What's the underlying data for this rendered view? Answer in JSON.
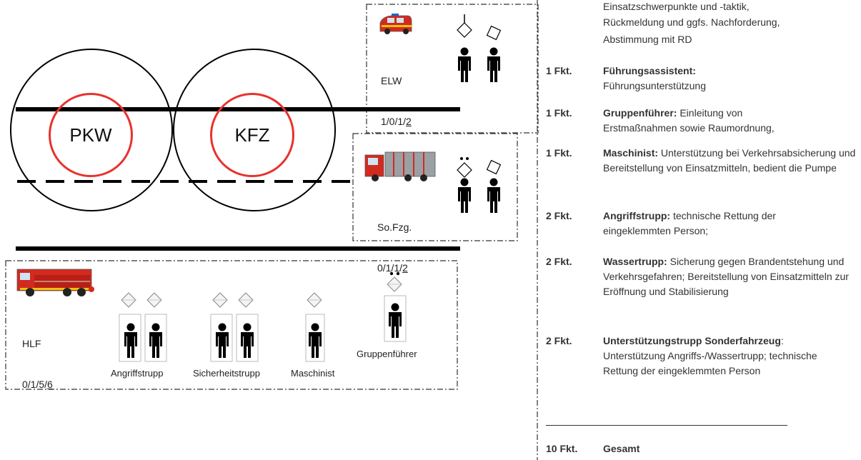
{
  "circles": {
    "pkw_label": "PKW",
    "kfz_label": "KFZ"
  },
  "elw": {
    "name": "ELW",
    "strength_prefix": "1/0/1/",
    "strength_last": "2"
  },
  "sofzg": {
    "name": "So.Fzg.",
    "strength_prefix": "0/1/1/",
    "strength_last": "2"
  },
  "hlf": {
    "name": "HLF",
    "strength_prefix": "0/1/5/",
    "strength_last": "6",
    "captions": {
      "angriffstrupp": "Angriffstrupp",
      "sicherheitstrupp": "Sicherheitstrupp",
      "maschinist": "Maschinist",
      "gruppenfuehrer": "Gruppenführer"
    }
  },
  "colors": {
    "inner_circle": "#e8322d",
    "vehicle_red": "#d32a1f",
    "person": "#000000"
  },
  "sidebar": {
    "intro_line1": "Einsatzschwerpunkte und -taktik,",
    "intro_line2": "Rückmeldung und ggfs. Nachforderung,",
    "intro_line3": "Abstimmung mit RD",
    "rows": [
      {
        "count": "1 Fkt.",
        "role": "Führungsassistent:",
        "text": "Führungsunterstützung"
      },
      {
        "count": "1 Fkt.",
        "role": "Gruppenführer:",
        "text": "Einleitung von Erstmaßnahmen sowie Raumordnung,"
      },
      {
        "count": "1 Fkt.",
        "role": "Maschinist:",
        "text": "Unterstützung bei Verkehrsabsicherung und Bereitstellung von Einsatzmitteln, bedient die Pumpe"
      },
      {
        "count": "2 Fkt.",
        "role": "Angriffstrupp:",
        "text": "technische Rettung der eingeklemmten Person;"
      },
      {
        "count": "2 Fkt.",
        "role": "Wassertrupp:",
        "text": "Sicherung gegen Brandentstehung und Verkehrsgefahren; Bereitstellung von Einsatzmitteln zur Eröffnung und Stabilisierung"
      },
      {
        "count": "2 Fkt.",
        "role": "Unterstützungstrupp Sonderfahrzeug",
        "text": "Unterstützung Angriffs-/Wassertrupp; technische Rettung der eingeklemmten Person"
      }
    ],
    "total_count": "10 Fkt.",
    "total_label": "Gesamt"
  }
}
